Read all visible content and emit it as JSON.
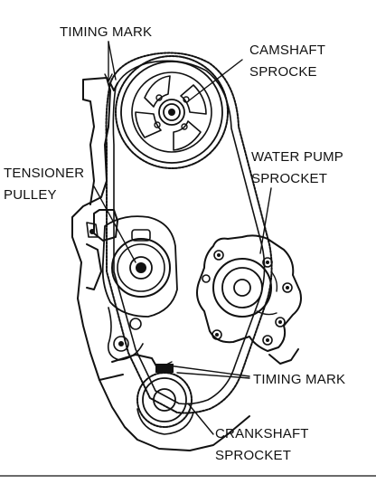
{
  "labels": {
    "timing_mark_top": "TIMING MARK",
    "camshaft_line1": "CAMSHAFT",
    "camshaft_line2": "SPROCKE",
    "water_pump_line1": "WATER PUMP",
    "water_pump_line2": "SPROCKET",
    "tensioner_line1": "TENSIONER",
    "tensioner_line2": "PULLEY",
    "timing_mark_bottom": "TIMING MARK",
    "crankshaft_line1": "CRANKSHAFT",
    "crankshaft_line2": "SPROCKET"
  },
  "colors": {
    "ink": "#111111",
    "paper": "#ffffff"
  }
}
